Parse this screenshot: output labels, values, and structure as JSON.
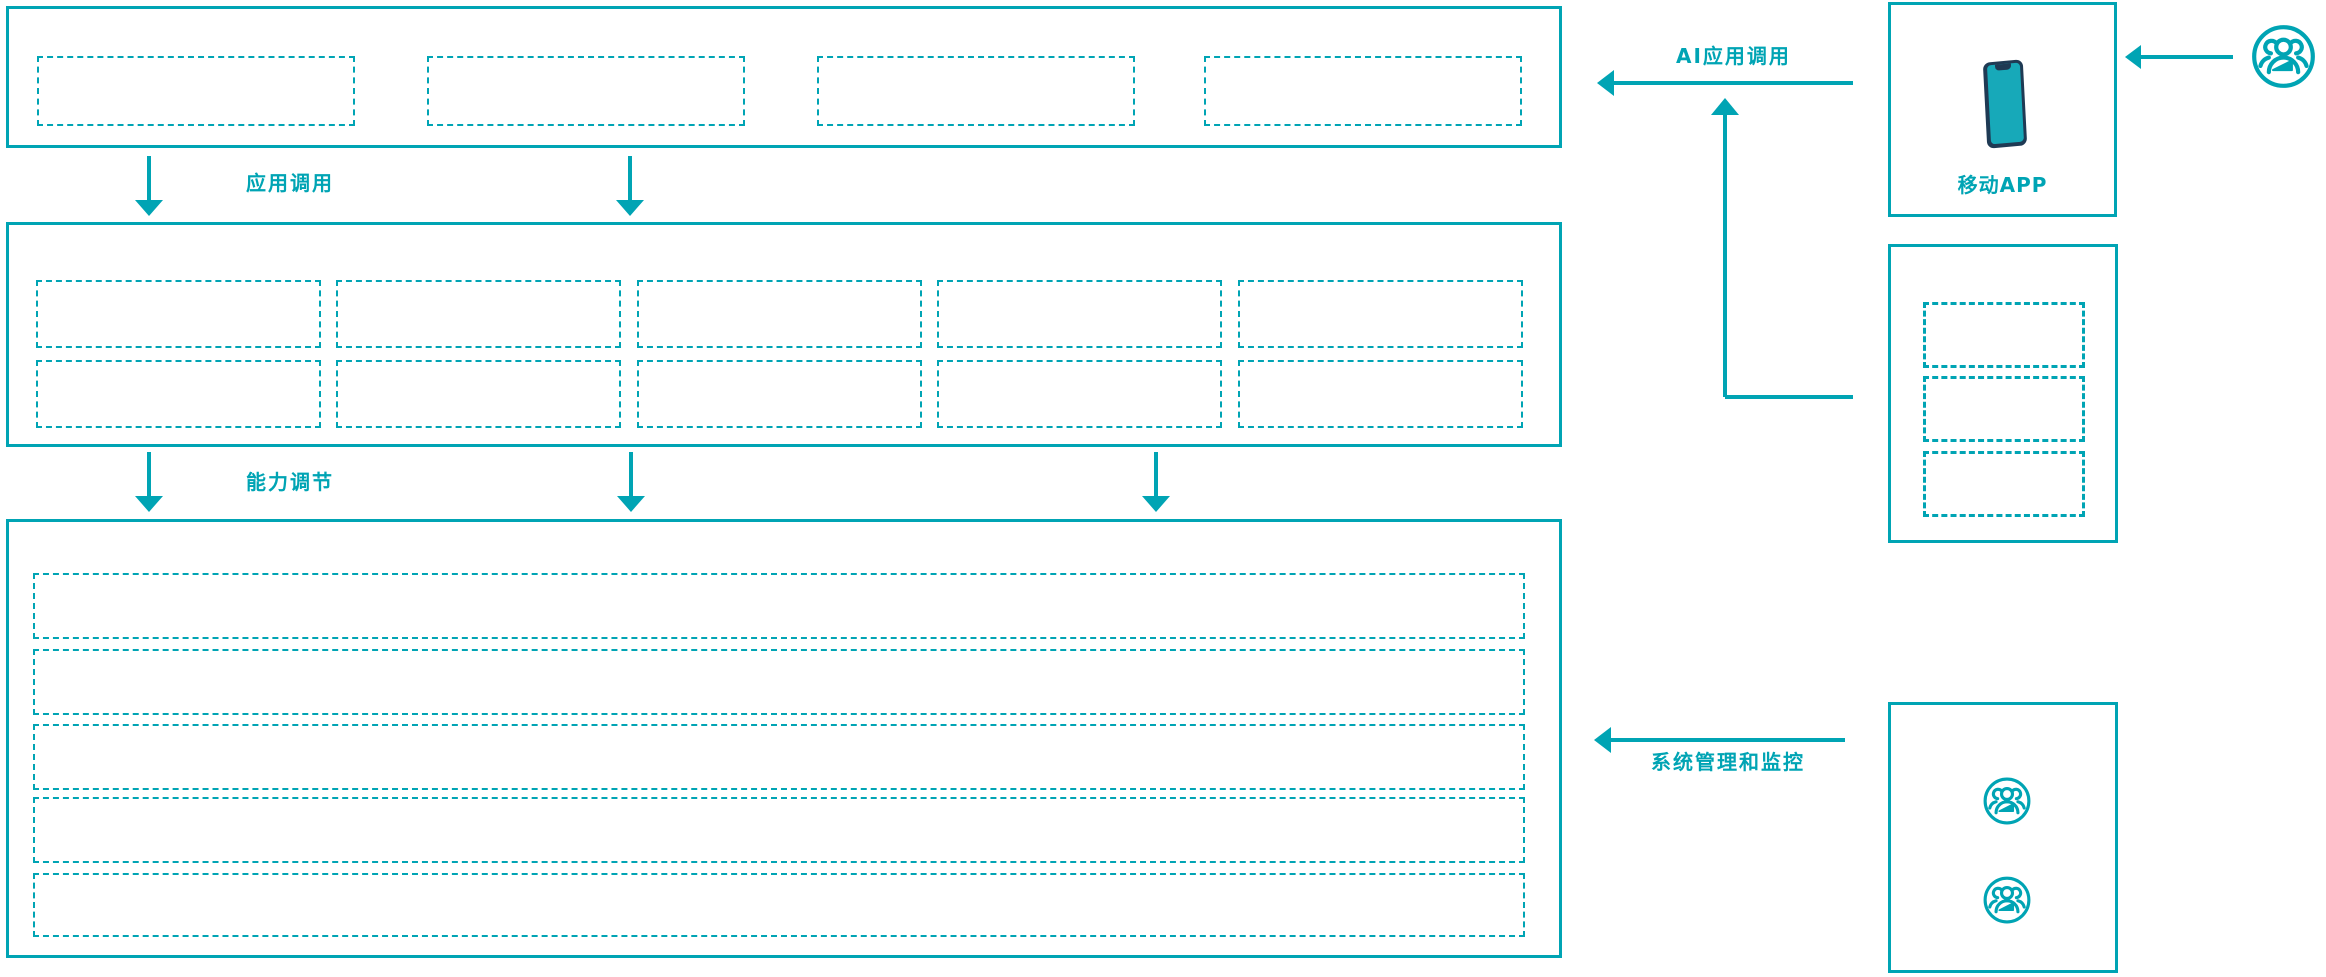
{
  "colors": {
    "primary": "#00a4b4",
    "phone_body": "#1f3a54",
    "phone_screen": "#17a9b9"
  },
  "labels": {
    "app_call": "应用调用",
    "capability_adjust": "能力调节",
    "ai_app_call": "AI应用调用",
    "system_management": "系统管理和监控",
    "mobile_app": "移动APP"
  },
  "structure": {
    "app_layer_slots": 4,
    "capability_layer_rows": 2,
    "capability_layer_cols": 5,
    "platform_layer_rows": 5,
    "gateway_slots": 3,
    "admin_user_icons": 2
  },
  "icons": {
    "mobile": "smartphone-icon",
    "user_group": "users-icon"
  }
}
